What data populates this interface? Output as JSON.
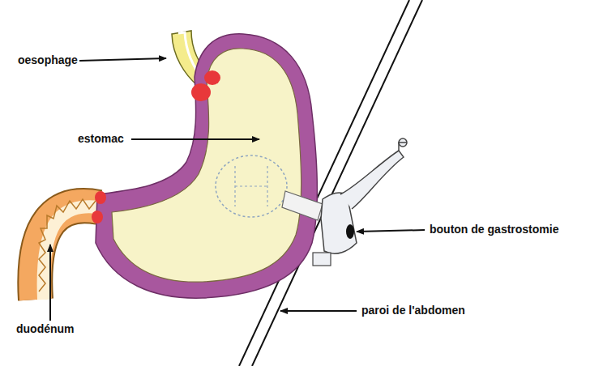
{
  "diagram": {
    "labels": [
      "oesophage",
      "estomac",
      "duodénum",
      "bouton de gastrostomie",
      "paroi de l'abdomen"
    ]
  }
}
